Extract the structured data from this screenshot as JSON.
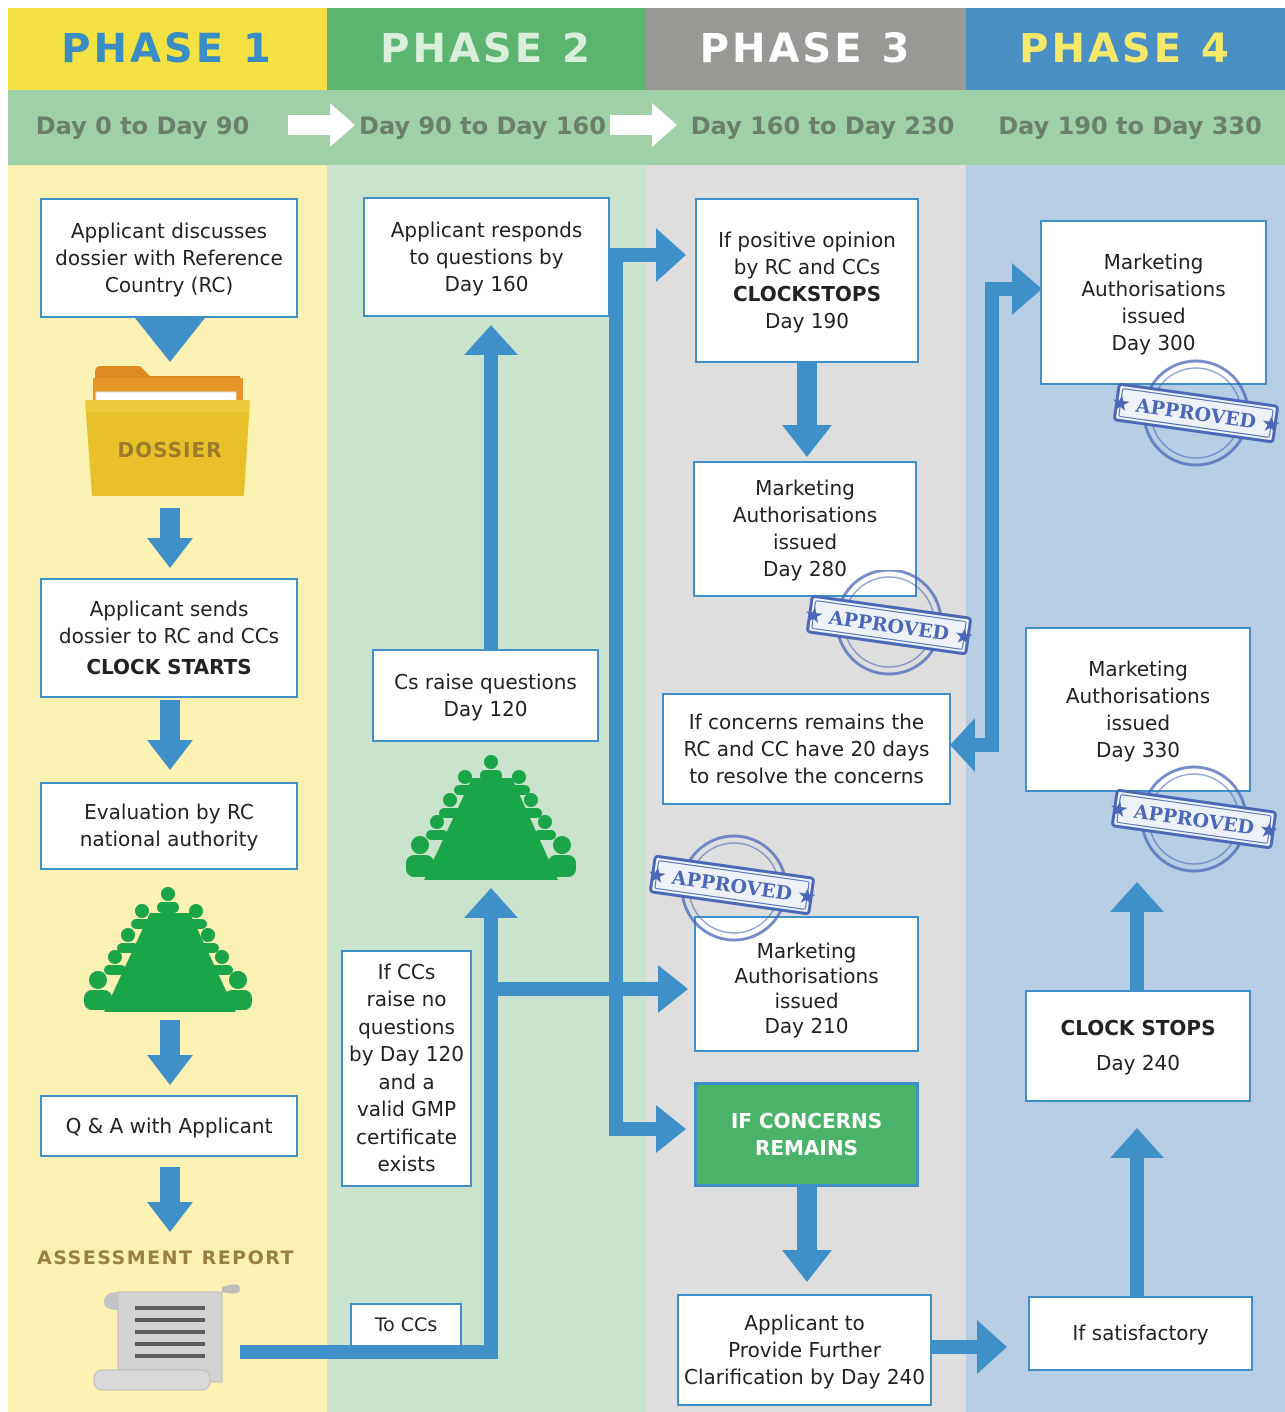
{
  "colors": {
    "phase1_head": "#f4e242",
    "phase2_head": "#5bb46f",
    "phase3_head": "#999895",
    "phase4_head": "#4a8fc4",
    "phase1_bg": "#fbf1b2",
    "phase2_bg": "#c9e3cc",
    "phase3_bg": "#dedede",
    "phase4_bg": "#b7cde3",
    "arrow": "#3f8fc9",
    "meeting": "#1aa648",
    "stamp": "#4a67b8"
  },
  "phases": [
    {
      "title": "PHASE 1",
      "days": "Day 0 to Day 90"
    },
    {
      "title": "PHASE 2",
      "days": "Day 90 to Day 160"
    },
    {
      "title": "PHASE 3",
      "days": "Day 160 to Day 230"
    },
    {
      "title": "PHASE 4",
      "days": "Day 190 to Day 330"
    }
  ],
  "phase1": {
    "discuss": [
      "Applicant discusses",
      "dossier with Reference",
      "Country (RC)"
    ],
    "dossier_label": "DOSSIER",
    "send": [
      "Applicant sends",
      "dossier to RC and CCs"
    ],
    "clock_starts": "CLOCK STARTS",
    "evaluation": [
      "Evaluation by RC",
      "national authority"
    ],
    "qa": "Q & A with Applicant",
    "assessment_report": "ASSESSMENT REPORT"
  },
  "phase2": {
    "responds": [
      "Applicant responds",
      "to questions by",
      "Day 160"
    ],
    "cs_raise": [
      "Cs raise questions",
      "Day 120"
    ],
    "no_questions": [
      "If CCs",
      "raise no",
      "questions",
      "by Day 120",
      "and a",
      "valid GMP",
      "certificate",
      "exists"
    ],
    "to_ccs": "To CCs"
  },
  "phase3": {
    "positive": [
      "If positive opinion",
      "by RC and CCs"
    ],
    "clockstops": "CLOCKSTOPS",
    "positive_day": "Day 190",
    "ma280": [
      "Marketing",
      "Authorisations",
      "issued",
      "Day 280"
    ],
    "concerns20": [
      "If concerns remains the",
      "RC and CC have 20 days",
      "to resolve the  concerns"
    ],
    "ma210": [
      "Marketing",
      "Authorisations",
      "issued",
      "Day 210"
    ],
    "if_concerns": [
      "IF CONCERNS",
      "REMAINS"
    ],
    "clarify": [
      "Applicant to",
      "Provide Further",
      "Clarification by Day 240"
    ]
  },
  "phase4": {
    "ma300": [
      "Marketing",
      "Authorisations",
      "issued",
      "Day 300"
    ],
    "ma330": [
      "Marketing",
      "Authorisations",
      "issued",
      "Day 330"
    ],
    "clock_stops": "CLOCK STOPS",
    "clock_stops_day": "Day 240",
    "satisfactory": "If satisfactory"
  },
  "stamp_text": "APPROVED"
}
